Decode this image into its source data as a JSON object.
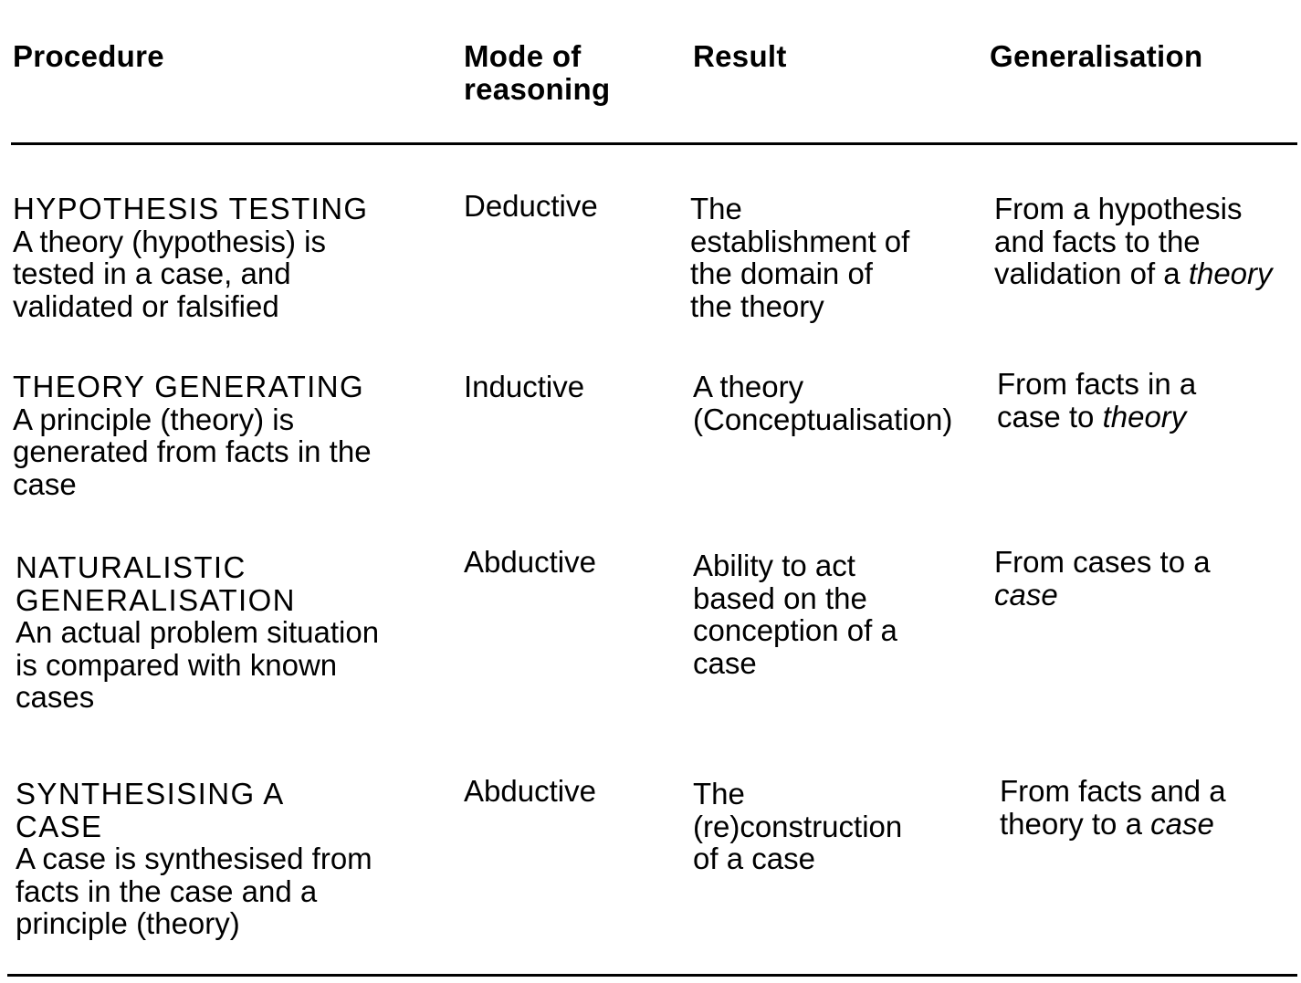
{
  "headers": {
    "procedure": "Procedure",
    "mode": "Mode of\nreasoning",
    "result": "Result",
    "generalisation": "Generalisation"
  },
  "rows": [
    {
      "procedure_title": "HYPOTHESIS  TESTING",
      "procedure_desc": "A theory (hypothesis) is\ntested in a case, and\nvalidated or falsified",
      "mode": "Deductive",
      "result": "The\nestablishment of\nthe domain of\nthe theory",
      "gen_prefix": "From a hypothesis\nand facts to the\nvalidation of a ",
      "gen_emph": "theory"
    },
    {
      "procedure_title": "THEORY  GENERATING",
      "procedure_desc": "A principle (theory) is\ngenerated from facts in the\ncase",
      "mode": "Inductive",
      "result": "A theory\n(Conceptualisation)",
      "gen_prefix": "From facts in a\ncase to ",
      "gen_emph": "theory"
    },
    {
      "procedure_title": "NATURALISTIC\nGENERALISATION",
      "procedure_desc": "An actual problem situation\nis compared with known\ncases",
      "mode": "Abductive",
      "result": "Ability to act\nbased on the\nconception of a\ncase",
      "gen_prefix": "From cases to a\n",
      "gen_emph": "case"
    },
    {
      "procedure_title": "SYNTHESISING  A\nCASE",
      "procedure_desc": "A case is synthesised  from\nfacts in the case and a\nprinciple (theory)",
      "mode": "Abductive",
      "result": "The\n(re)construction\nof a case",
      "gen_prefix": "From facts and a\ntheory to a ",
      "gen_emph": "case"
    }
  ]
}
